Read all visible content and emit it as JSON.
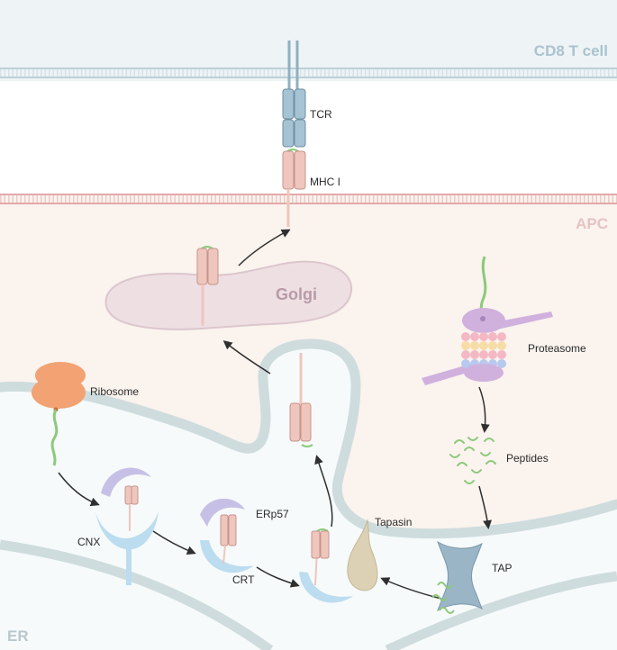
{
  "regions": {
    "t_cell": "CD8 T cell",
    "apc": "APC",
    "er": "ER"
  },
  "labels": {
    "tcr": "TCR",
    "mhc": "MHC I",
    "golgi": "Golgi",
    "ribosome": "Ribosome",
    "proteasome": "Proteasome",
    "peptides": "Peptides",
    "cnx": "CNX",
    "erp57": "ERp57",
    "crt": "CRT",
    "tapasin": "Tapasin",
    "tap": "TAP"
  },
  "colors": {
    "t_cell_bg": "#eef3f5",
    "t_cell_label": "#a9c3cf",
    "t_membrane": "#c2d4dc",
    "apc_bg": "#faf3ee",
    "apc_label": "#e6c3c3",
    "apc_membrane": "#e7b3b3",
    "er_lumen": "#f6fafb",
    "er_membrane": "#cfdcde",
    "er_label": "#b9c7cc",
    "mhc_fill": "#efc6bd",
    "mhc_stroke": "#c5948a",
    "tcr_fill": "#a6c3d4",
    "tcr_stroke": "#6f8fa2",
    "golgi_fill": "#eedfe3",
    "ribosome": "#f2a273",
    "chaperone_purple": "#c7c0e6",
    "chaperone_blue": "#bcdcef",
    "peptide_green": "#8cc97a",
    "tapasin_fill": "#dcd1b4",
    "tap_fill": "#9ab5c6"
  }
}
